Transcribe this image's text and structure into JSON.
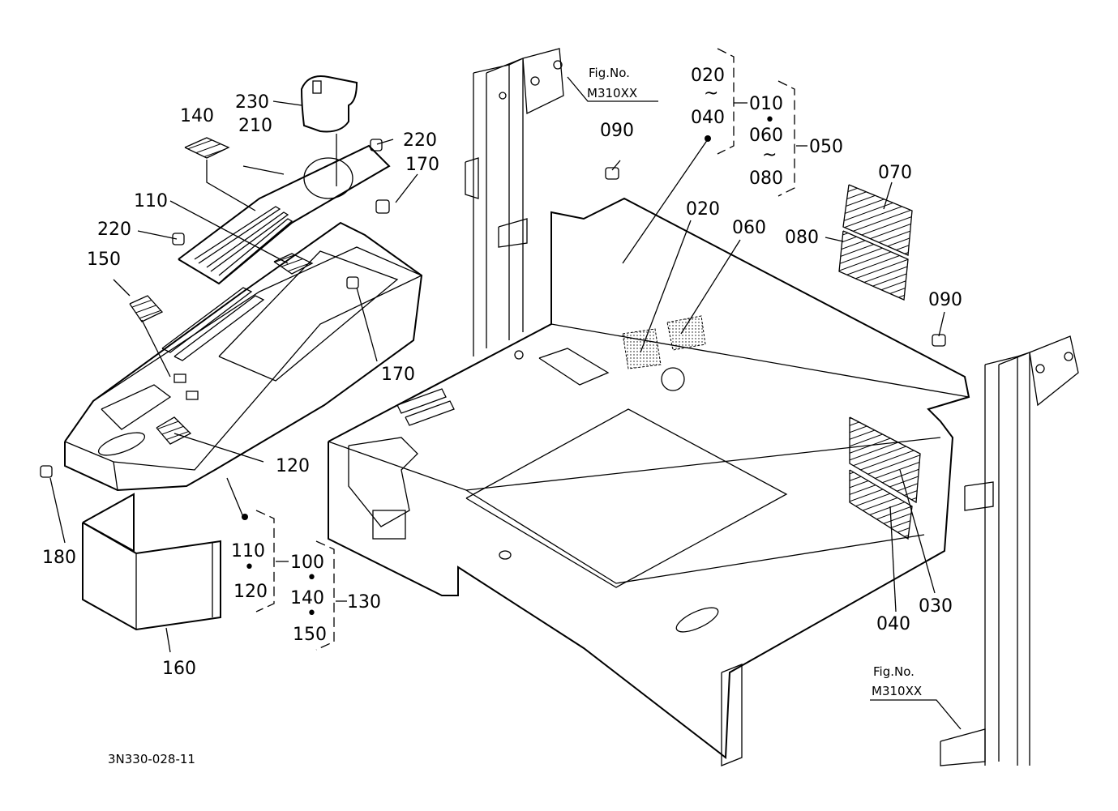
{
  "drawing_code": "3N330-028-11",
  "fig_refs": [
    {
      "line1": "Fig.No.",
      "line2": "M310XX"
    },
    {
      "line1": "Fig.No.",
      "line2": "M310XX"
    }
  ],
  "callouts": {
    "p230": "230",
    "p140": "140",
    "p210": "210",
    "p220a": "220",
    "p170a": "170",
    "p110": "110",
    "p220b": "220",
    "p150": "150",
    "p170b": "170",
    "p120": "120",
    "p180": "180",
    "p160": "160",
    "p090a": "090",
    "p020": "020",
    "p060": "060",
    "p070": "070",
    "p080": "080",
    "p090b": "090",
    "p040": "040",
    "p030": "030"
  },
  "groups": {
    "g1": {
      "items": [
        "020",
        "~",
        "040"
      ],
      "parent": "010"
    },
    "g2": {
      "items": [
        "010",
        "•",
        "060",
        "~",
        "080"
      ],
      "parent": "050"
    },
    "g3": {
      "items": [
        "110",
        "•",
        "120"
      ],
      "parent": "100"
    },
    "g4": {
      "items": [
        "100",
        "•",
        "140",
        "•",
        "150"
      ],
      "parent": "130"
    }
  }
}
